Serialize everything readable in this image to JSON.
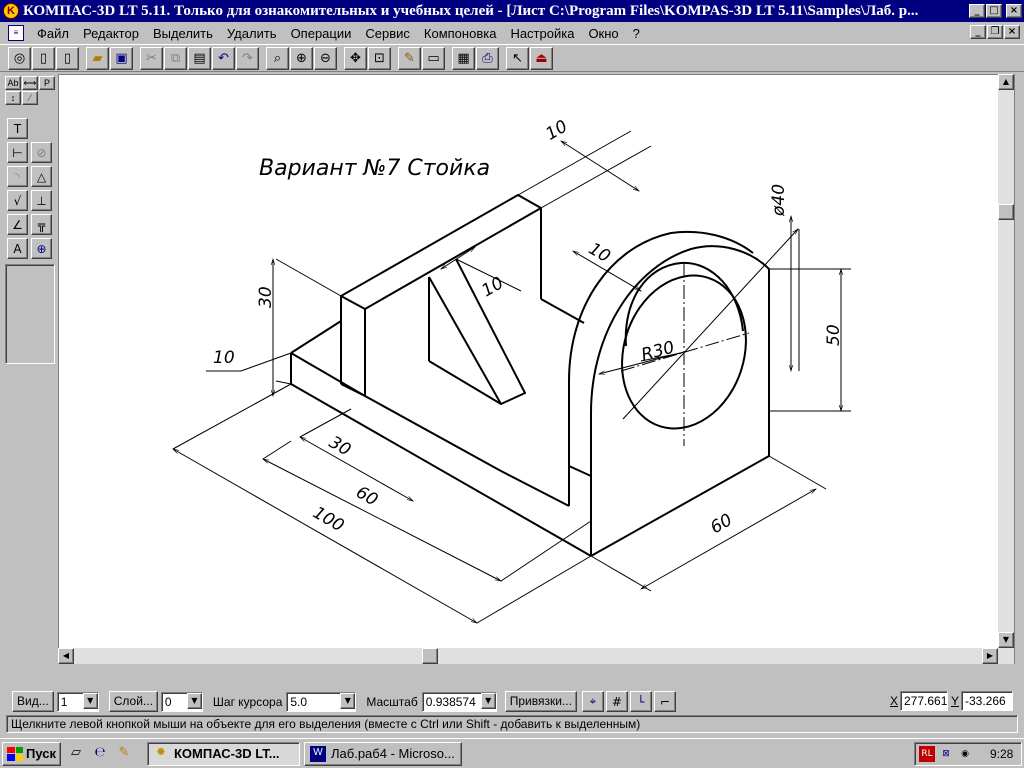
{
  "window": {
    "app_icon": "kompas-logo-icon",
    "title": "КОМПАС-3D LT 5.11. Только для ознакомительных и учебных целей - [Лист C:\\Program Files\\KOMPAS-3D LT 5.11\\Samples\\Лаб. р..."
  },
  "menu": {
    "items": [
      "Файл",
      "Редактор",
      "Выделить",
      "Удалить",
      "Операции",
      "Сервис",
      "Компоновка",
      "Настройка",
      "Окно",
      "?"
    ]
  },
  "toolbar": {
    "buttons": [
      "camera-icon",
      "new-sheet-icon",
      "new-fragment-icon",
      "open-folder-icon",
      "save-icon",
      "cut-icon",
      "copy-icon",
      "paste-icon",
      "undo-icon",
      "redo-icon",
      "zoom-window-icon",
      "zoom-in-icon",
      "zoom-out-icon",
      "pan-icon",
      "zoom-all-icon",
      "pencil-icon",
      "panel-icon",
      "print-preview-icon",
      "print-icon",
      "help-pointer-icon",
      "exit-icon"
    ]
  },
  "left_panel": {
    "tabs": [
      "Ab",
      "P"
    ],
    "tools": [
      "text-tool-icon",
      "dimension-tool-icon",
      "circle-tool-icon",
      "arc-tool-icon",
      "angle-tool-icon",
      "roughness-tool-icon",
      "base-tool-icon",
      "leader-tool-icon",
      "table-tool-icon",
      "label-tool-icon",
      "crosshair-tool-icon"
    ]
  },
  "drawing": {
    "title": "Вариант №7 Стойка",
    "dimensions": {
      "d10_top": "10",
      "d40": "ø40",
      "d10_rib": "10",
      "d10_ear": "10",
      "d30_height": "30",
      "d10_left": "10",
      "r30": "R30",
      "d50": "50",
      "d30_base": "30",
      "d60_base": "60",
      "d100": "100",
      "d60_right": "60"
    }
  },
  "propbar": {
    "view_label": "Вид...",
    "view_value": "1",
    "layer_label": "Слой...",
    "layer_value": "0",
    "step_label": "Шаг курсора",
    "step_value": "5.0",
    "scale_label": "Масштаб",
    "scale_value": "0.938574",
    "snap_label": "Привязки...",
    "x_label": "X",
    "x_value": "277.661",
    "y_label": "Y",
    "y_value": "-33.266"
  },
  "status": {
    "text": "Щелкните левой кнопкой мыши на объекте для его выделения (вместе с Ctrl или Shift - добавить к выделенным)"
  },
  "taskbar": {
    "start_label": "Пуск",
    "tasks": [
      {
        "label": "КОМПАС-3D LT...",
        "icon": "kompas-task-icon"
      },
      {
        "label": "Лаб.раб4 - Microso...",
        "icon": "word-task-icon"
      }
    ],
    "tray_lang": "RL",
    "clock": "9:28"
  },
  "colors": {
    "titlebar": "#000080",
    "face": "#c0c0c0",
    "canvas": "#ffffff"
  }
}
